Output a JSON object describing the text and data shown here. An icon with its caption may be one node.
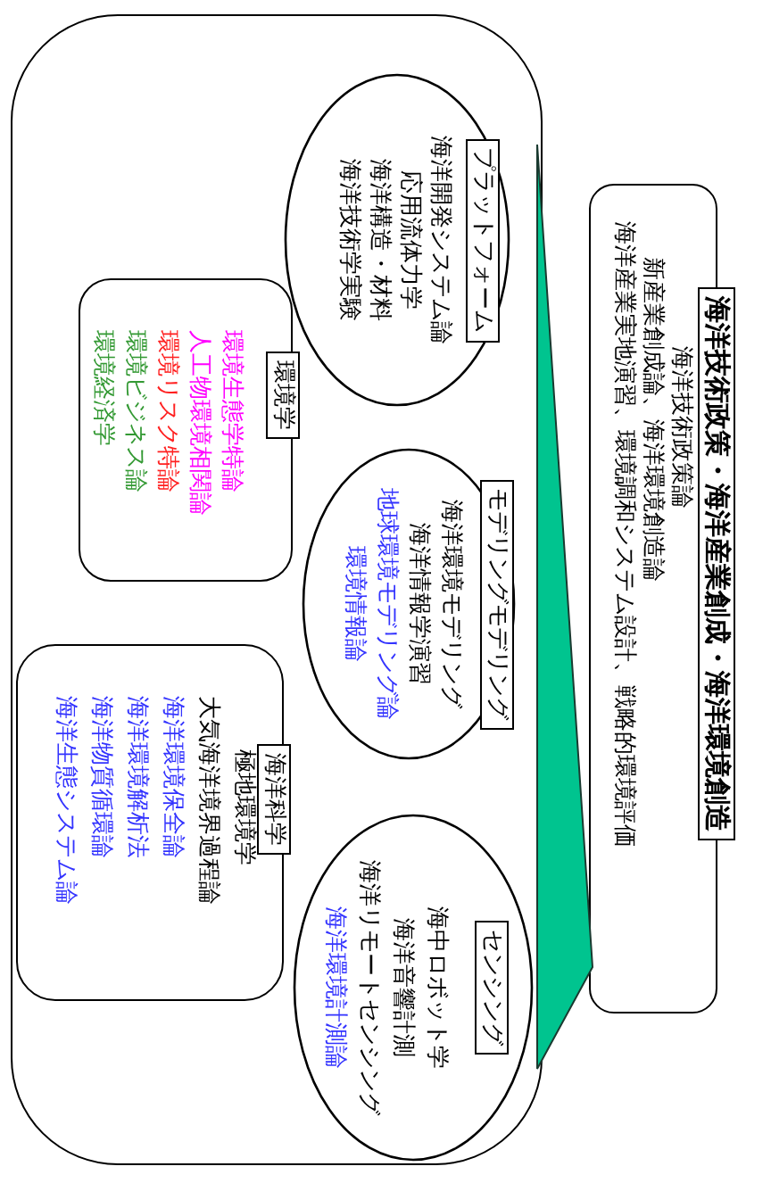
{
  "diagram": {
    "nodes": [
      {
        "text": [
          "海洋技術政策・海洋産業創成・海洋環境創造",
          "海洋技術政策論",
          "新産業創成論、海洋環境創造論",
          "海洋産業実地演習、環境調和システム設計、戦略的環境評価"
        ]
      },
      {
        "text": [],
        "shape": "box"
      },
      {
        "text": [
          "プラットフォーム",
          "海洋開発システム論",
          "応用流体力学",
          "海洋構造・材料",
          "海洋技術学実験"
        ],
        "in": 1
      },
      {
        "text": [
          "環境学",
          "環境生態学特論",
          "人工物環境相関論",
          "環境リスク特論",
          "環境ビジネス論",
          "環境経済学"
        ],
        "in": 1
      },
      {
        "text": [
          "モデリングモデリング",
          "海洋環境モデリング",
          "海洋情報学演習",
          "地球環境モデリング論",
          "環境情報論"
        ],
        "in": 1
      },
      {
        "text": [
          "海洋科学",
          "極地環境学",
          "大気海洋境界過程論",
          "海洋環境保全論",
          "海洋環境解析法",
          "海洋物質循環論",
          "海洋生態システム論"
        ],
        "in": 1
      },
      {
        "text": [
          "センシング",
          "海中ロボット学",
          "海洋音響計測",
          "海洋リモートセンシング",
          "海洋環境計測論"
        ],
        "in": 1
      },
      {
        "text": [],
        "shape": "triangle"
      }
    ]
  }
}
